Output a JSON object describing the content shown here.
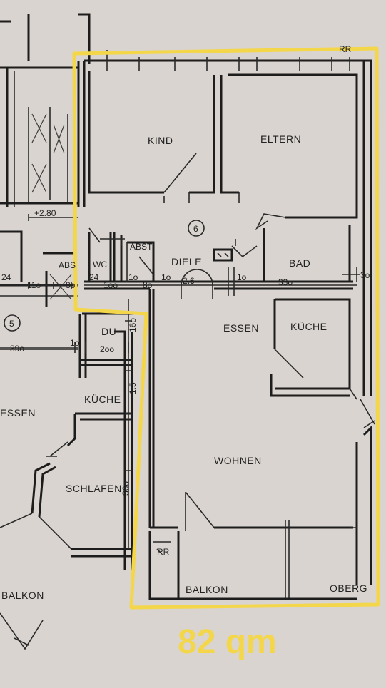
{
  "rooms": {
    "kind": "KIND",
    "eltern": "ELTERN",
    "diele": "DIELE",
    "bad": "BAD",
    "wc": "WC",
    "abst1": "ABST",
    "abst2": "ABS",
    "essen": "ESSEN",
    "kueche": "KÜCHE",
    "wohnen": "WOHNEN",
    "balkon": "BALKON",
    "du": "DU",
    "kueche_left": "KÜCHE",
    "essen_left": "ESSEN",
    "schlafen": "SCHLAFEN",
    "balkon_left": "BALKON"
  },
  "markers": {
    "unit6": "6",
    "unit5": "5",
    "rr_top": "RR",
    "rr_bottom": "RR",
    "obergeschoss": "OBERG",
    "level": "+2.80"
  },
  "dimensions": {
    "d_24a": "24",
    "d_24b": "24",
    "d_11o": "11o",
    "d_8o_a": "8o",
    "d_1oo": "1oo",
    "d_1o_a": "1o",
    "d_8o_b": "8o",
    "d_1o_b": "1o",
    "d_26": "2.6",
    "d_1o_c": "1o",
    "d_33o": "33o",
    "d_3o": "3o",
    "d_39o": "39o",
    "d_1o_d": "1o",
    "d_2oo": "2oo",
    "d_16o": "16o",
    "d_15": "1.5",
    "d_36o": "36o"
  },
  "highlight": {
    "area_label": "82 qm",
    "color": "#f4d64a"
  }
}
